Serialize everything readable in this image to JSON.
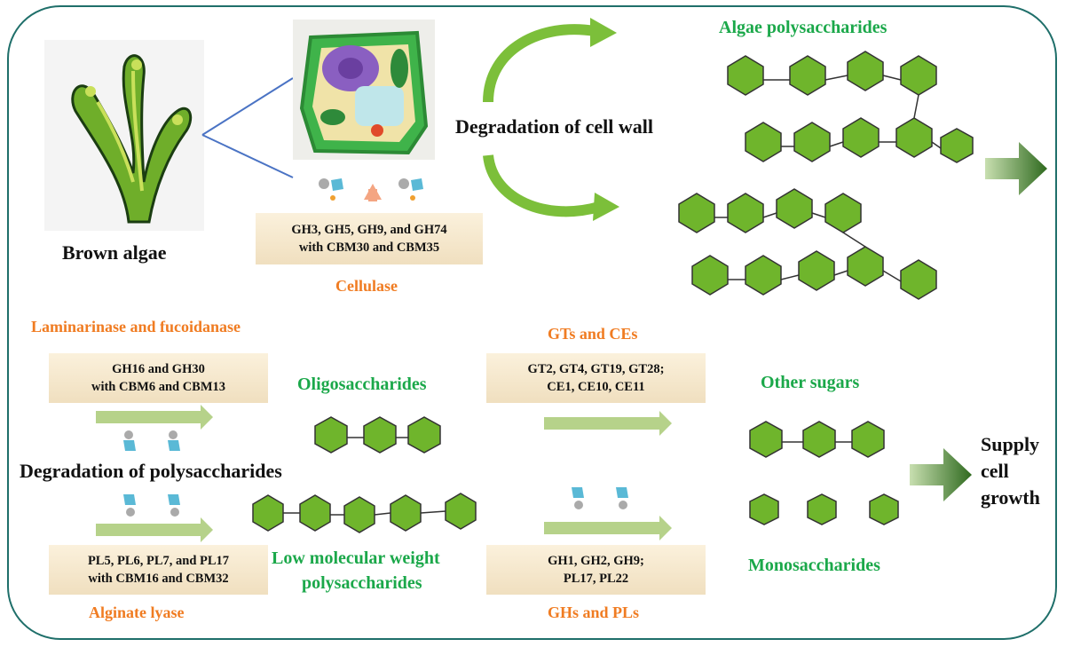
{
  "labels": {
    "brown_algae": "Brown algae",
    "degradation_cell_wall": "Degradation of cell wall",
    "algae_polysaccharides": "Algae polysaccharides",
    "cellulase": "Cellulase",
    "laminarinase": "Laminarinase and fucoidanase",
    "oligosaccharides": "Oligosaccharides",
    "gts_ces": "GTs and CEs",
    "other_sugars": "Other sugars",
    "degradation_polysaccharides": "Degradation of polysaccharides",
    "low_mw_line1": "Low molecular weight",
    "low_mw_line2": "polysaccharides",
    "monosaccharides": "Monosaccharides",
    "alginate_lyase": "Alginate lyase",
    "ghs_pls": "GHs and PLs",
    "supply_line1": "Supply",
    "supply_line2": "cell",
    "supply_line3": "growth"
  },
  "boxes": {
    "cellulase_l1": "GH3, GH5, GH9, and GH74",
    "cellulase_l2": "with CBM30 and CBM35",
    "lam_l1": "GH16 and GH30",
    "lam_l2": "with CBM6 and CBM13",
    "gt_l1": "GT2, GT4, GT19, GT28;",
    "gt_l2": "CE1, CE10, CE11",
    "alg_l1": "PL5, PL6, PL7, and PL17",
    "alg_l2": "with CBM16 and CBM32",
    "gh_l1": "GH1, GH2, GH9;",
    "gh_l2": "PL17, PL22"
  },
  "colors": {
    "frame": "#1f6f6a",
    "green_text": "#1ba84a",
    "orange_text": "#f07c22",
    "sugar_fill": "#6fb52c",
    "arrow": "#b6d28a"
  }
}
